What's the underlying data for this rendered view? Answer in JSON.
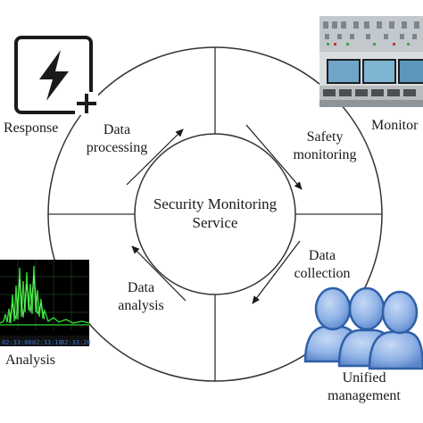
{
  "diagram": {
    "center": {
      "line1": "Security Monitoring",
      "line2": "Service"
    },
    "ring_labels": {
      "data_processing": [
        "Data",
        "processing"
      ],
      "safety_monitoring": [
        "Safety",
        "monitoring"
      ],
      "data_collection": [
        "Data",
        "collection"
      ],
      "data_analysis": [
        "Data",
        "analysis"
      ]
    },
    "corners": {
      "response": {
        "label": "Response",
        "icon": "lightning-plus-icon"
      },
      "monitor": {
        "label": "Monitor",
        "icon": "control-room-photo"
      },
      "analysis": {
        "label": "Analysis",
        "icon": "oscilloscope-screen",
        "readouts": [
          "02:33:00",
          "02:33:10",
          "02:33:20"
        ]
      },
      "unified_management": {
        "label": [
          "Unified",
          "management"
        ],
        "icon": "people-group-icon"
      }
    },
    "colors": {
      "line": "#333333",
      "icon_blue": "#8fb2e6",
      "icon_blue_dark": "#2f5fa8",
      "signal_green": "#31d631"
    }
  }
}
